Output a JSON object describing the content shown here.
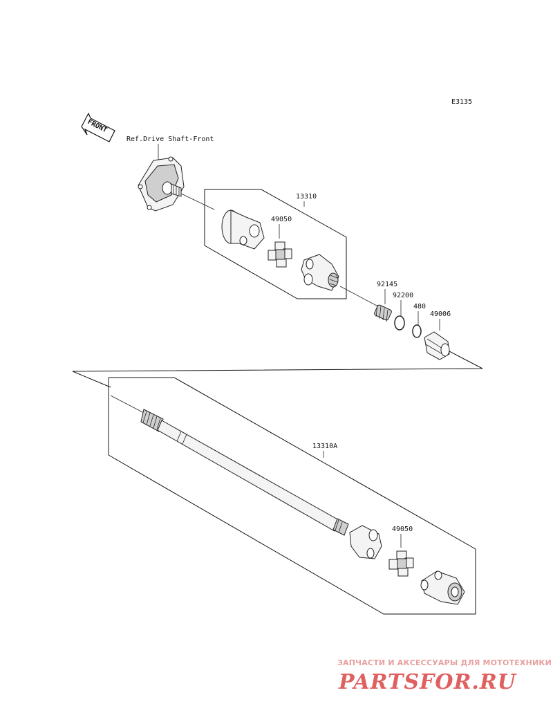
{
  "diagram_code": "E3135",
  "reference_label": "Ref.Drive Shaft-Front",
  "front_arrow_label": "FRONT",
  "parts": {
    "assembly_upper": "13310",
    "assembly_lower": "13310A",
    "joint_upper": "49050",
    "spring": "92145",
    "washer": "92200",
    "oring": "480",
    "boot": "49006",
    "joint_lower": "49050"
  },
  "watermark": {
    "subtitle": "ЗАПЧАСТИ И АКСЕССУАРЫ ДЛЯ МОТОТЕХНИКИ",
    "brand": "PARTSFOR.RU",
    "color": "#e06060",
    "color_light": "#f2b3b3"
  }
}
